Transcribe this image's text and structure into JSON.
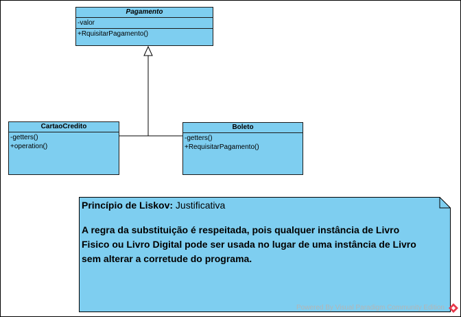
{
  "classes": {
    "pagamento": {
      "name": "Pagamento",
      "attributes": [
        "-valor"
      ],
      "operations": [
        "+RquisitarPagamento()"
      ]
    },
    "cartao": {
      "name": "CartaoCredito",
      "attributes": [
        "-getters()",
        "+operation()"
      ]
    },
    "boleto": {
      "name": "Boleto",
      "attributes": [
        "-getters()",
        "+RequisitarPagamento()"
      ]
    }
  },
  "note": {
    "title_bold": "Princípio de Liskov:",
    "title_rest": " Justificativa",
    "body": "A regra da substituição é respeitada, pois qualquer instância de Livro Fisico ou Livro Digital pode ser usada no lugar de uma instância de Livro sem alterar a corretude do programa."
  },
  "watermark": "Powered By  Visual Paradigm Community Edition",
  "colors": {
    "class_fill": "#7ecef0",
    "note_fill": "#7ecef0",
    "line": "#000000",
    "logo": "#e8394a"
  }
}
